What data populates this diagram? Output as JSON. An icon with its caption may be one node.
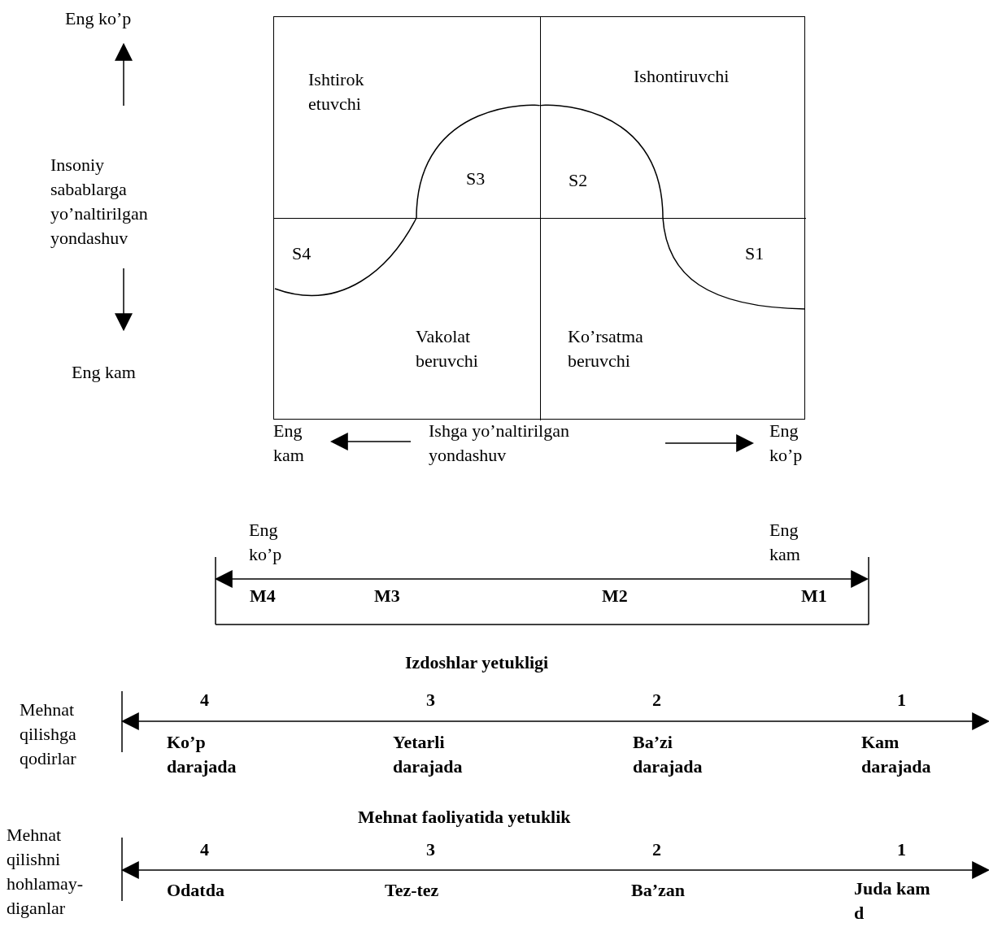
{
  "diagram": {
    "nodes": [
      {
        "text": [],
        "shape": "box"
      },
      {
        "text": [
          "Ishtirok etuvchi",
          "S3"
        ],
        "in": 0
      },
      {
        "text": [
          "Ishontiruvchi",
          "S2"
        ],
        "in": 0
      },
      {
        "text": [
          "S4",
          "Vakolat beruvchi"
        ],
        "in": 0
      },
      {
        "text": [
          "Ko’rsatma beruvchi",
          "S1"
        ],
        "in": 0
      }
    ],
    "labels": [
      "Eng ko’p",
      "Insoniy sabablarga yo’naltirilgan yondashuv",
      "Eng kam",
      "Eng kam",
      "Ishga yo’naltirilgan yondashuv",
      "Eng ko’p",
      "Eng ko’p",
      "Eng kam",
      "M4",
      "M3",
      "M2",
      "M1",
      "Izdoshlar yetukligi",
      "Mehnat qilishga qodirlar",
      "4",
      "3",
      "2",
      "1",
      "Ko’p darajada",
      "Yetarli darajada",
      "Ba’zi darajada",
      "Kam darajada",
      "Mehnat faoliyatida yetuklik",
      "Mehnat qilishni hohlamay- diganlar",
      "4",
      "3",
      "2",
      "1",
      "Odatda",
      "Tez-tez",
      "Ba’zan",
      "Juda kam d"
    ]
  }
}
